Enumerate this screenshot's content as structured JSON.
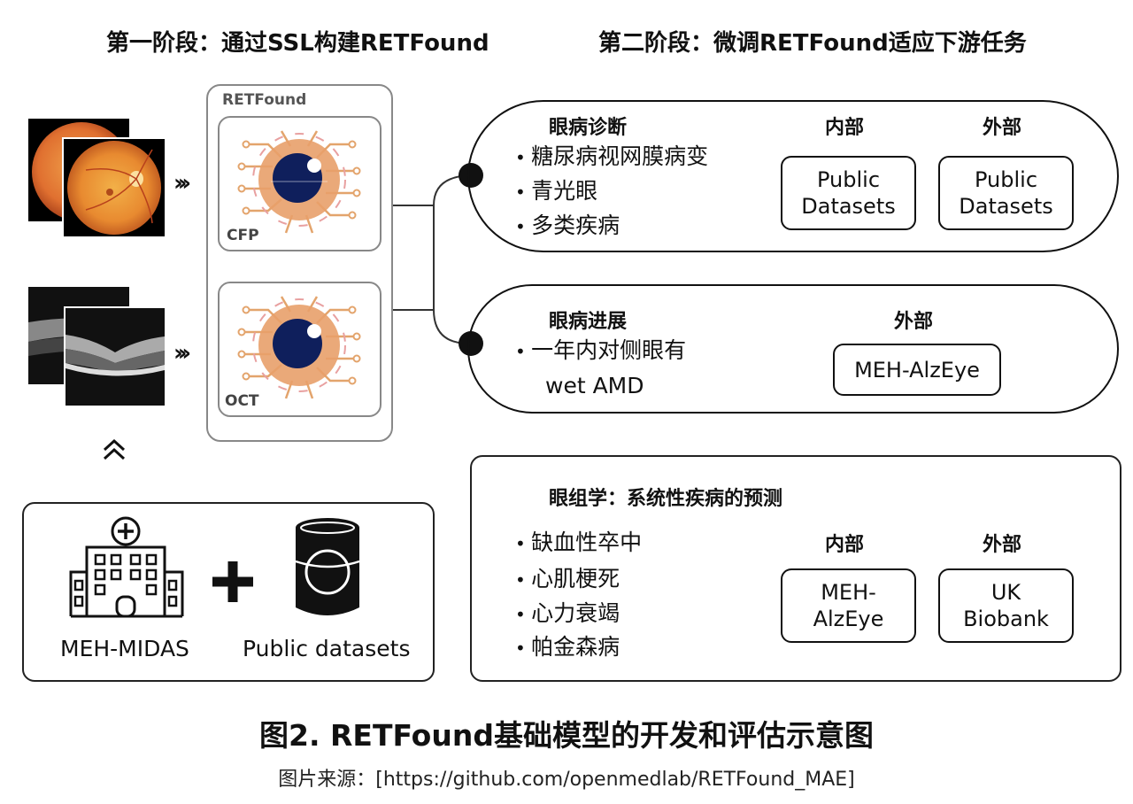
{
  "stage1": {
    "title": "第一阶段：通过SSL构建RETFound"
  },
  "stage2": {
    "title": "第二阶段：微调RETFound适应下游任务"
  },
  "model": {
    "name": "RETFound",
    "cfp_label": "CFP",
    "oct_label": "OCT"
  },
  "data_sources": {
    "left_label": "MEH-MIDAS",
    "right_label": "Public datasets"
  },
  "diagnosis": {
    "title": "眼病诊断",
    "items": [
      "糖尿病视网膜病变",
      "青光眼",
      "多类疾病"
    ],
    "internal_header": "内部",
    "external_header": "外部",
    "internal_dataset": "Public Datasets",
    "external_dataset": "Public Datasets"
  },
  "progression": {
    "title": "眼病进展",
    "item_line1": "一年内对侧眼有",
    "item_line2": "wet AMD",
    "external_header": "外部",
    "external_dataset": "MEH-AlzEye"
  },
  "oculomics": {
    "title": "眼组学：系统性疾病的预测",
    "items": [
      "缺血性卒中",
      "心肌梗死",
      "心力衰竭",
      "帕金森病"
    ],
    "internal_header": "内部",
    "external_header": "外部",
    "internal_dataset": "MEH-AlzEye",
    "external_dataset": "UK Biobank"
  },
  "caption": "图2. RETFound基础模型的开发和评估示意图",
  "source": "图片来源：[https://github.com/openmedlab/RETFound_MAE]",
  "colors": {
    "fundus_orange": "#e8742a",
    "circuit_tan": "#e3a46c",
    "iris_dark": "#0f1f5c",
    "accent_pink": "#e8a0a0"
  },
  "icons": [
    "hospital-icon",
    "plus-icon",
    "database-icon",
    "chevron-right-icon",
    "chevron-up-icon"
  ]
}
